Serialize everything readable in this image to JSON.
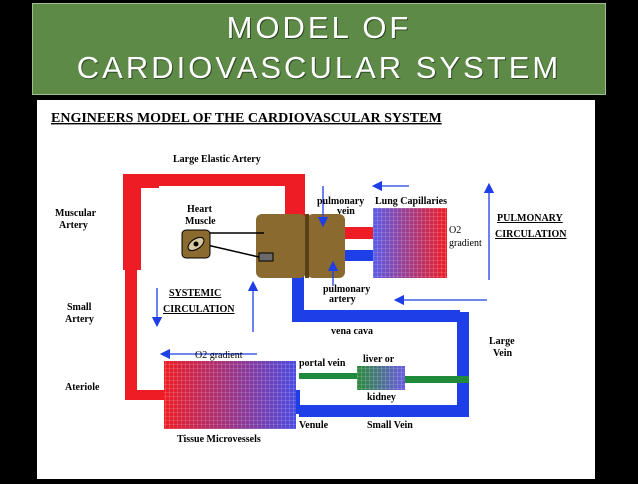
{
  "banner": {
    "line1": "MODEL OF",
    "line2": "CARDIOVASCULAR SYSTEM"
  },
  "diagram": {
    "title": "ENGINEERS MODEL OF THE CARDIOVASCULAR SYSTEM",
    "labels": {
      "large_elastic_artery": "Large Elastic Artery",
      "muscular_artery_1": "Muscular",
      "muscular_artery_2": "Artery",
      "heart_muscle_1": "Heart",
      "heart_muscle_2": "Muscle",
      "pulmonary_vein_1": "pulmonary",
      "pulmonary_vein_2": "vein",
      "lung_capillaries": "Lung Capillaries",
      "pulmonary_circulation_1": "PULMONARY",
      "pulmonary_circulation_2": "CIRCULATION",
      "o2_gradient_lung_1": "O2",
      "o2_gradient_lung_2": "gradient",
      "systemic_circulation_1": "SYSTEMIC",
      "systemic_circulation_2": "CIRCULATION",
      "pulmonary_artery_1": "pulmonary",
      "pulmonary_artery_2": "artery",
      "small_artery_1": "Small",
      "small_artery_2": "Artery",
      "vena_cava": "vena cava",
      "large_vein_1": "Large",
      "large_vein_2": "Vein",
      "o2_gradient_tissue": "O2 gradient",
      "portal_vein": "portal vein",
      "liver_or": "liver  or",
      "kidney": "kidney",
      "ateriole": "Ateriole",
      "venule": "Venule",
      "small_vein": "Small Vein",
      "tissue_microvessels": "Tissue Microvessels"
    },
    "colors": {
      "artery": "#ee1c24",
      "vein": "#1e3ee8",
      "heart_pump": "#8a6a2e",
      "portal": "#1f8a3a",
      "banner": "#5e8a48"
    }
  }
}
